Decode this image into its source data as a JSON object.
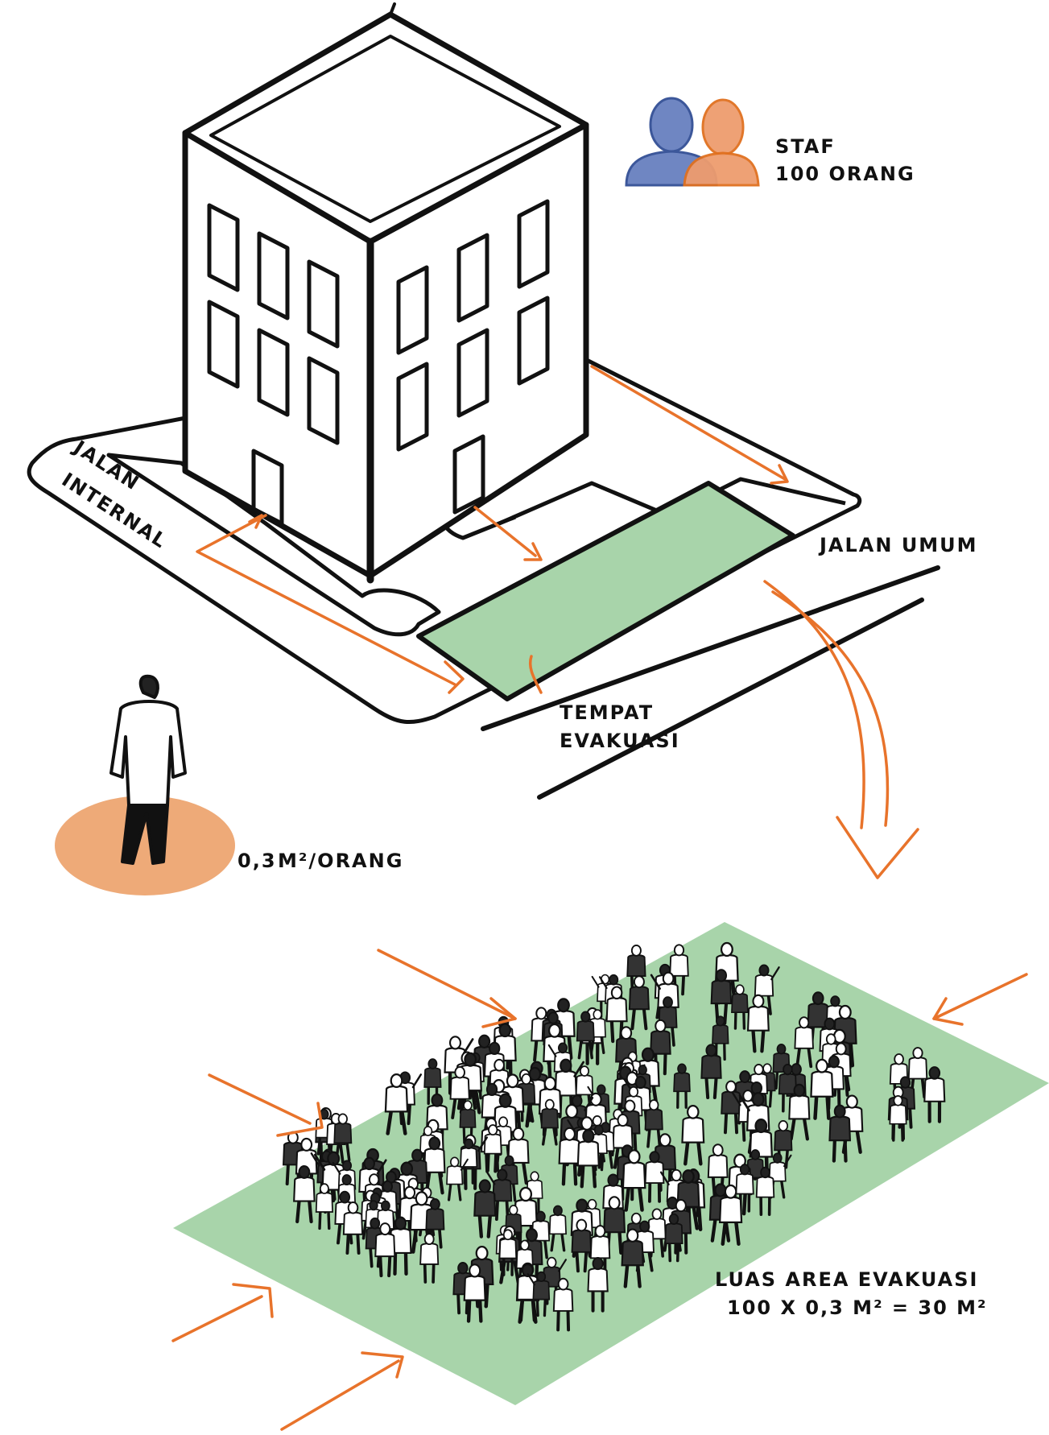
{
  "staff": {
    "title": "STAF",
    "count": "100 ORANG"
  },
  "labels": {
    "jalan_internal_1": "JALAN",
    "jalan_internal_2": "INTERNAL",
    "jalan_umum": "JALAN UMUM",
    "tempat_1": "TEMPAT",
    "tempat_2": "EVAKUASI",
    "per_orang_value": "0,3",
    "per_orang_unit": "M²/ORANG"
  },
  "area": {
    "title": "LUAS AREA EVAKUASI",
    "formula": "100 X 0,3 M² = 30 M²"
  },
  "icons": {
    "staff_male_color": "#6f86c2",
    "staff_female_color": "#ee9c6e",
    "arrow_color": "#e8732b",
    "evac_area_color": "#a8d4aa",
    "person_circle_color": "#eeaa78"
  }
}
